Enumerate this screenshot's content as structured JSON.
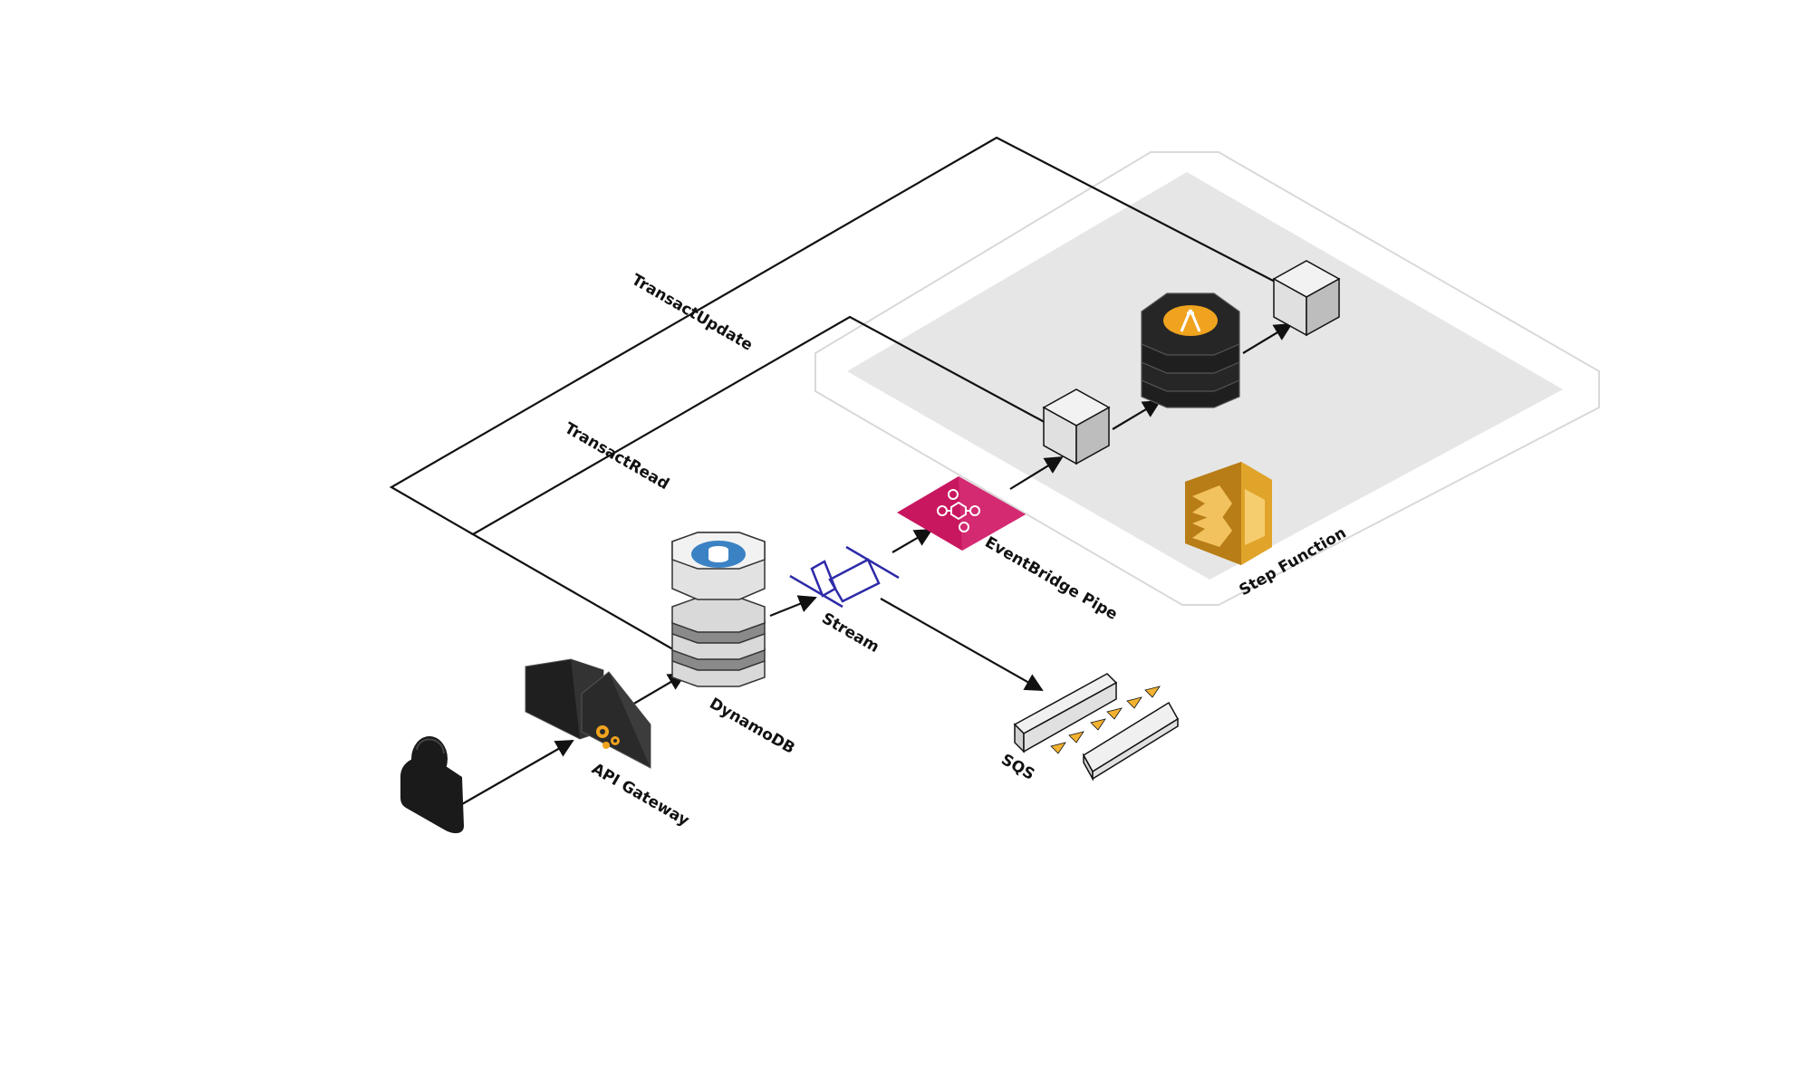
{
  "labels": {
    "transact_update": "TransactUpdate",
    "transact_read": "TransactRead",
    "api_gateway": "API Gateway",
    "dynamodb": "DynamoDB",
    "stream": "Stream",
    "eventbridge_pipe": "EventBridge Pipe",
    "step_function": "Step Function",
    "sqs": "SQS"
  },
  "colors": {
    "eventbridge": "#c8175f",
    "lambda_badge": "#f0a31e",
    "dynamodb_badge": "#3b82c4",
    "stream_icon": "#2d2aa8",
    "step_function": "#e0a42a",
    "sqs_arrows": "#f2b230",
    "step_region": "#e6e6e6"
  },
  "icons": {
    "user": "user-icon",
    "api_gateway": "api-gateway-icon",
    "dynamodb": "dynamodb-icon",
    "stream": "stream-icon",
    "eventbridge": "eventbridge-icon",
    "lambda": "lambda-icon",
    "step_function": "step-function-icon",
    "sqs": "sqs-icon"
  }
}
